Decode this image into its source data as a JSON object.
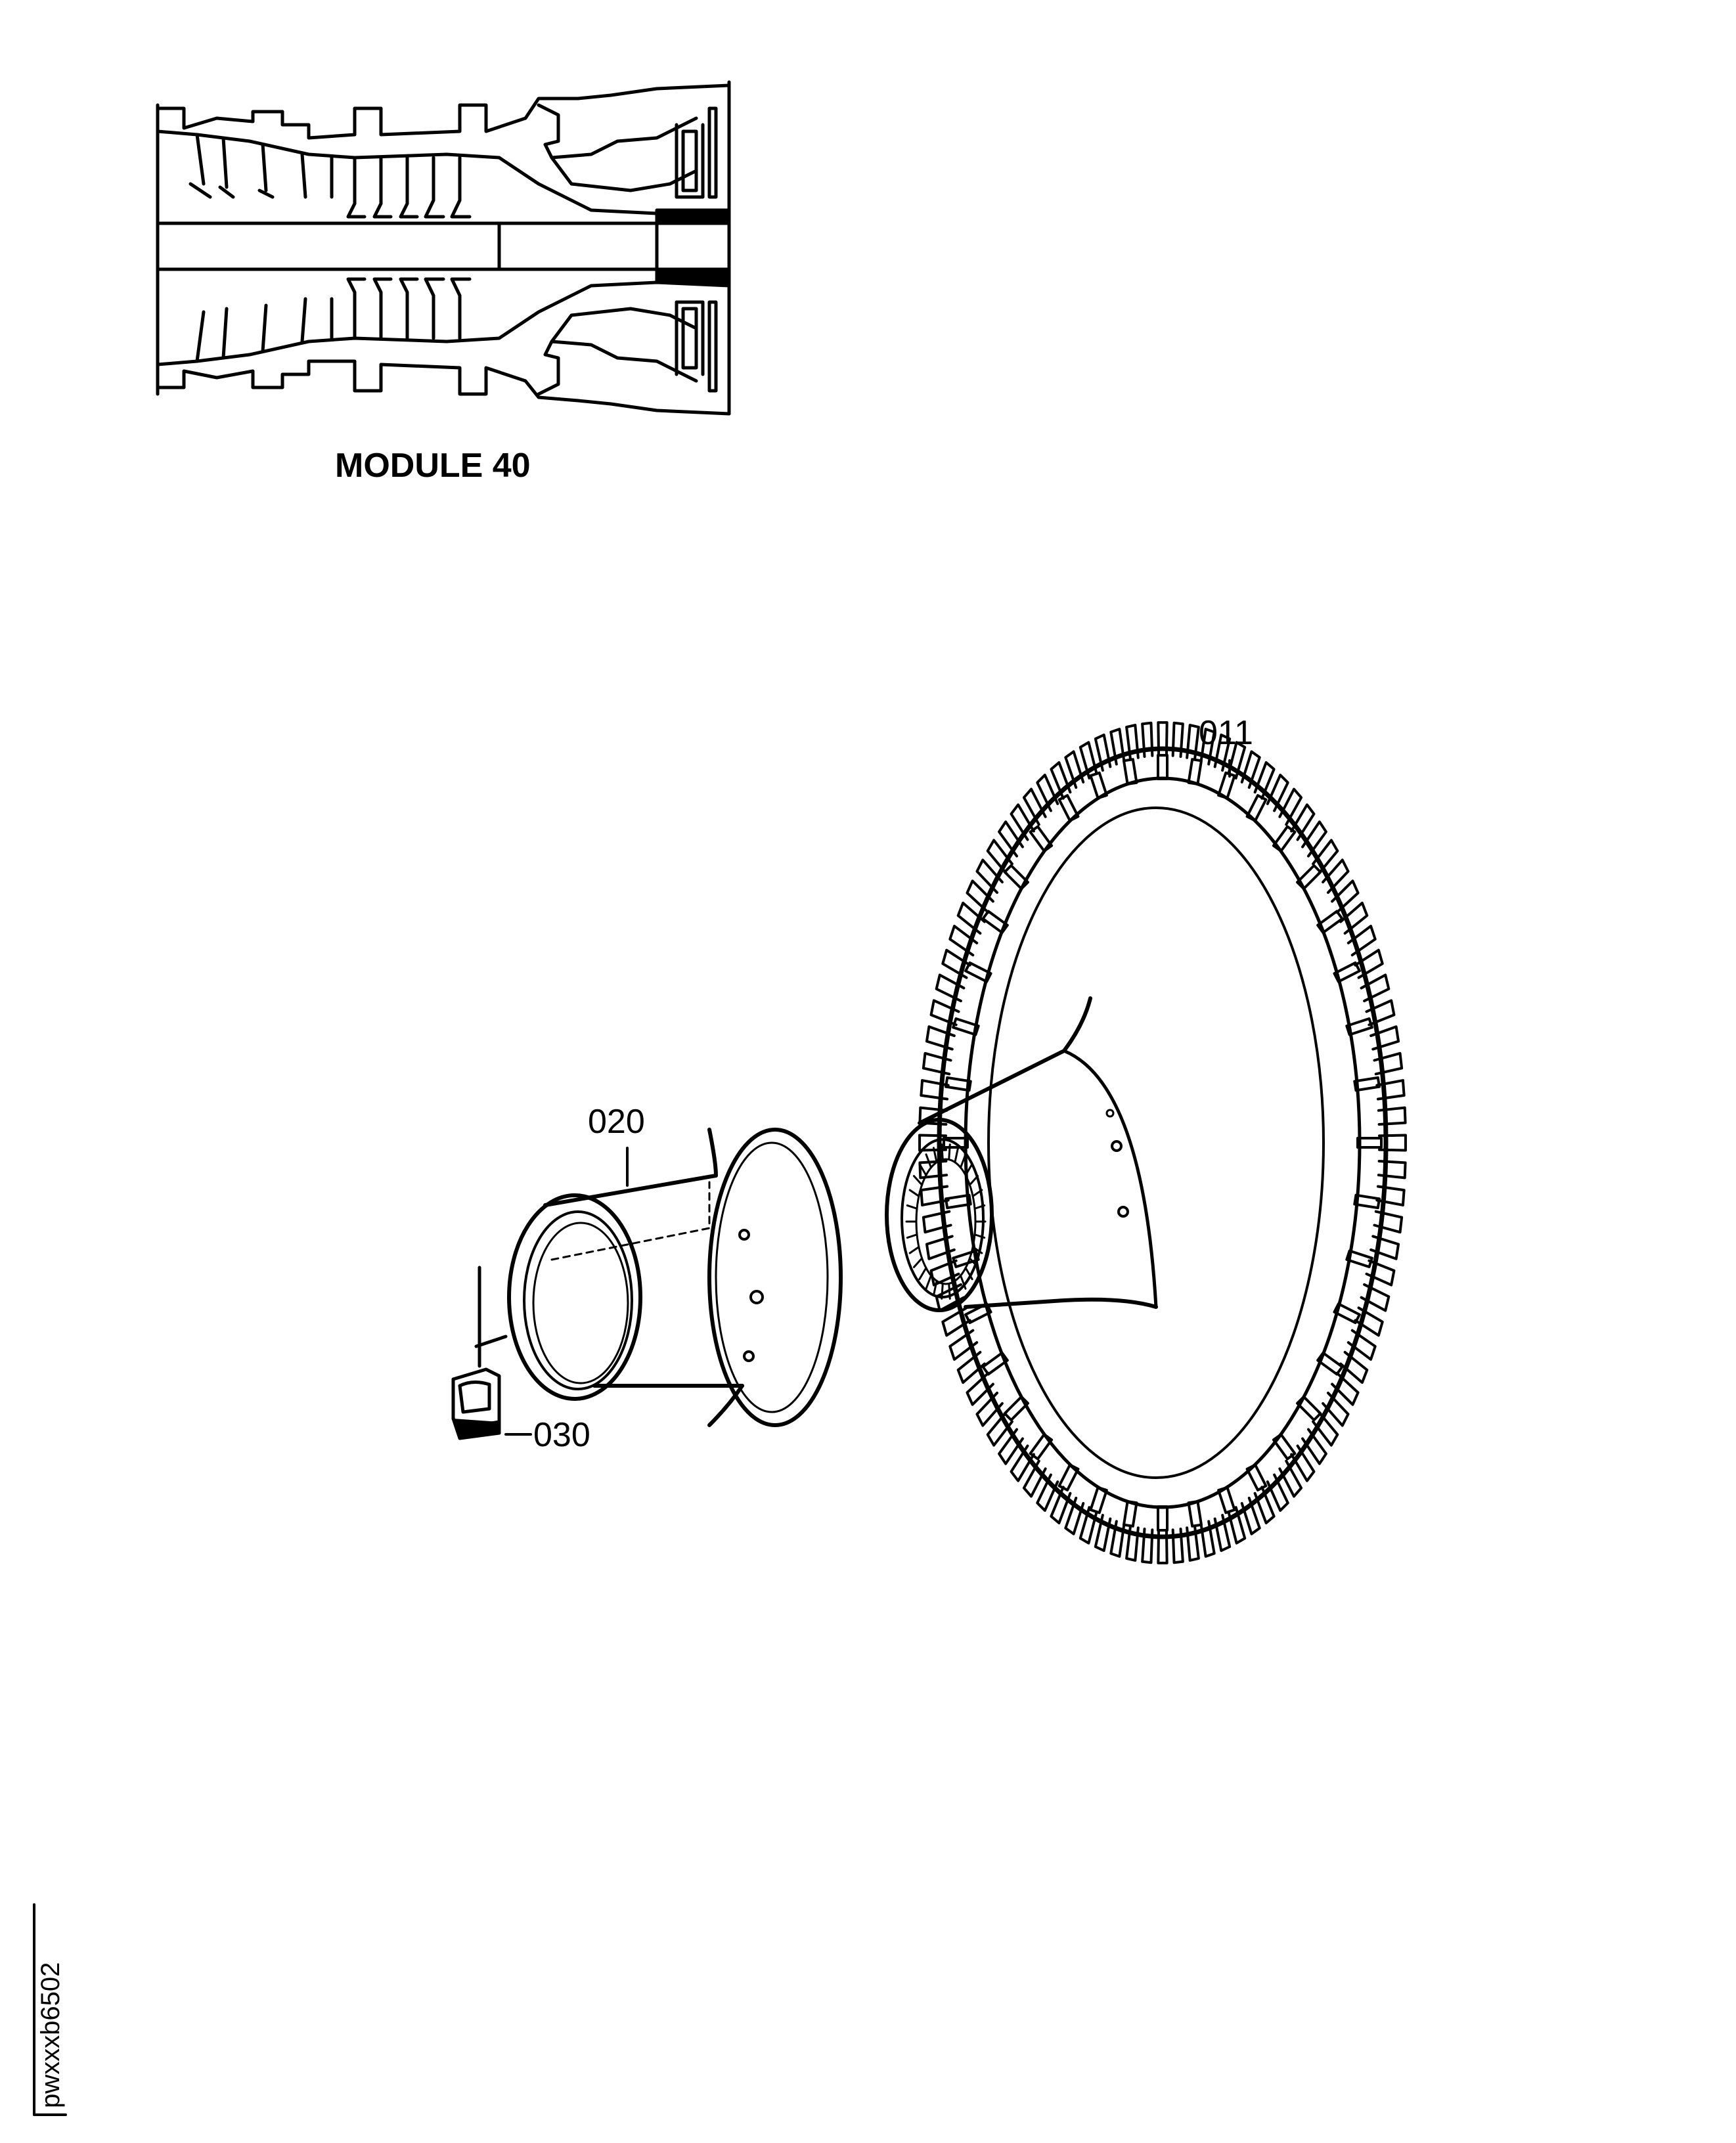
{
  "module_caption": "MODULE 40",
  "callouts": {
    "gear": "011",
    "sleeve": "020",
    "key": "030"
  },
  "figure_code": "pwxxxb6502"
}
